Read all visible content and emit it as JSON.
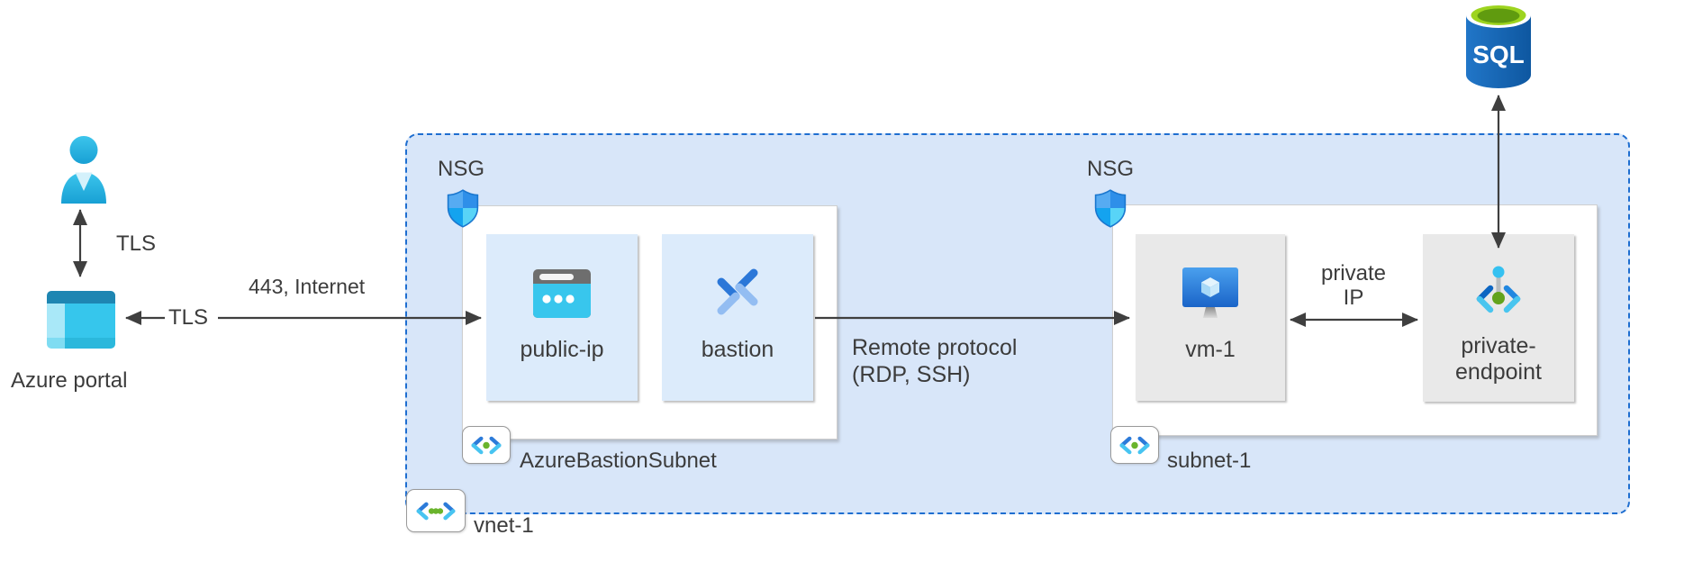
{
  "external": {
    "azure_portal_label": "Azure portal",
    "sql_label": "SQL"
  },
  "labels": {
    "tls_vertical": "TLS",
    "tls_horizontal": "TLS",
    "internet_port": "443, Internet",
    "remote_protocol_line1": "Remote protocol",
    "remote_protocol_line2": "(RDP, SSH)",
    "private_ip_line1": "private",
    "private_ip_line2": "IP"
  },
  "vnet": {
    "label": "vnet-1",
    "bastion_subnet": {
      "nsg_label": "NSG",
      "label": "AzureBastionSubnet",
      "resources": [
        {
          "label": "public-ip"
        },
        {
          "label": "bastion"
        }
      ]
    },
    "subnet1": {
      "nsg_label": "NSG",
      "label": "subnet-1",
      "resources": [
        {
          "label": "vm-1"
        },
        {
          "label_line1": "private-",
          "label_line2": "endpoint"
        }
      ]
    }
  },
  "colors": {
    "vnet_border": "#1e6ed0",
    "vnet_fill": "#d8e6f9",
    "subnet_tile_blue": "#dcebfb",
    "resource_tile_gray": "#e9e9e9",
    "arrow": "#3f3f3f",
    "text": "#3c3c3c"
  }
}
